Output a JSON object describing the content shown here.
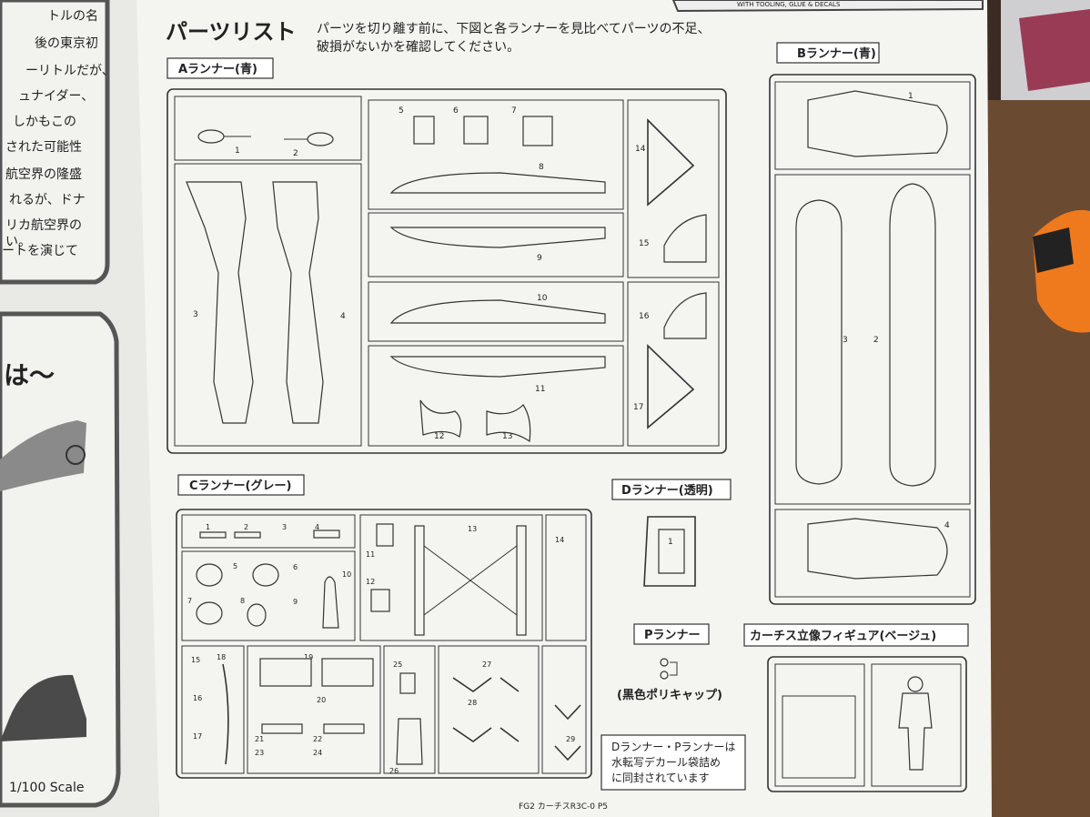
{
  "left_page": {
    "story_lines": [
      "トルの名",
      "後の東京初",
      "ーリトルだが、",
      "ュナイダー、",
      "しかもこの",
      "された可能性",
      "航空界の隆盛",
      "れるが、ドナ",
      "リカ航空界の",
      "ートを演じて",
      "い。"
    ],
    "box_heading": "は〜",
    "scale": "1/100 Scale"
  },
  "header": {
    "title": "パーツリスト",
    "instruction_line1": "パーツを切り離す前に、下図と各ランナーを見比べてパーツの不足、",
    "instruction_line2": "破損がないかを確認してください。",
    "top_strip_text": "WITH TOOLING, GLUE & DECALS"
  },
  "runners": {
    "a": {
      "label": "Aランナー(青)",
      "part_numbers": [
        "1",
        "2",
        "3",
        "4",
        "5",
        "6",
        "7",
        "8",
        "9",
        "10",
        "11",
        "12",
        "13",
        "14",
        "15",
        "16",
        "17"
      ]
    },
    "b": {
      "label": "Bランナー(青)",
      "part_numbers": [
        "1",
        "2",
        "3",
        "4"
      ]
    },
    "c": {
      "label": "Cランナー(グレー)",
      "part_numbers": [
        "1",
        "2",
        "3",
        "4",
        "5",
        "6",
        "7",
        "8",
        "9",
        "10",
        "11",
        "12",
        "13",
        "14",
        "15",
        "16",
        "17",
        "18",
        "19",
        "20",
        "21",
        "22",
        "23",
        "24",
        "25",
        "26",
        "27",
        "28",
        "29"
      ]
    },
    "d": {
      "label": "Dランナー(透明)",
      "part_numbers": [
        "1"
      ]
    },
    "p": {
      "label": "Pランナー",
      "caption": "(黒色ポリキャップ)"
    },
    "figure": {
      "label": "カーチス立像フィギュア(ベージュ)"
    }
  },
  "note": {
    "line1": "Dランナー・Pランナーは",
    "line2": "水転写デカール袋詰め",
    "line3": "に同封されています"
  },
  "footer": {
    "page_ref": "FG2  カーチスR3C-0  P5"
  }
}
